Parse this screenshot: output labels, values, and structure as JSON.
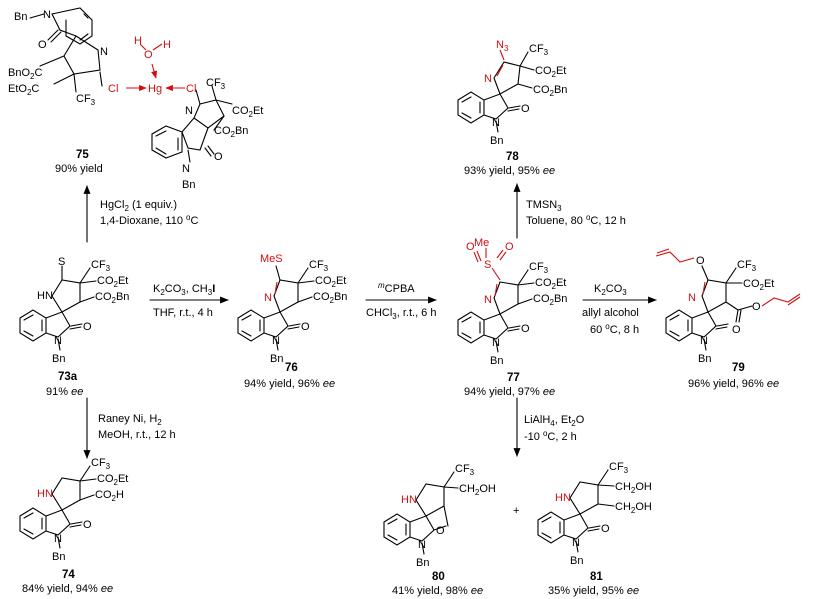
{
  "compounds": {
    "c73a": {
      "label": "73a",
      "yield": "91% ",
      "ee": "ee"
    },
    "c74": {
      "label": "74",
      "yield": "84% yield, 94% ",
      "ee": "ee"
    },
    "c75": {
      "label": "75",
      "yield": "90% yield"
    },
    "c76": {
      "label": "76",
      "yield": "94% yield, 96% ",
      "ee": "ee"
    },
    "c77": {
      "label": "77",
      "yield": "94% yield, 97% ",
      "ee": "ee"
    },
    "c78": {
      "label": "78",
      "yield": "93% yield, 95% ",
      "ee": "ee"
    },
    "c79": {
      "label": "79",
      "yield": "96% yield, 96% ",
      "ee": "ee"
    },
    "c80": {
      "label": "80",
      "yield": "41% yield, 98% ",
      "ee": "ee"
    },
    "c81": {
      "label": "81",
      "yield": "35% yield, 95% ",
      "ee": "ee"
    }
  },
  "conditions": {
    "to75": [
      "HgCl",
      "2",
      " (1 equiv.)",
      "1,4-Dioxane, 110 ",
      "o",
      "C"
    ],
    "to74": [
      "Raney Ni, H",
      "2",
      "MeOH, r.t., 12 h"
    ],
    "to76": [
      "K",
      "2",
      "CO",
      "3",
      ", CH",
      "3",
      "I",
      "THF, r.t., 4 h"
    ],
    "to77": [
      "m",
      "CPBA",
      "CHCl",
      "3",
      ", r.t., 6 h"
    ],
    "to78": [
      "TMSN",
      "3",
      "Toluene, 80 ",
      "o",
      "C, 12 h"
    ],
    "to79": [
      "K",
      "2",
      "CO",
      "3",
      "allyl alcohol",
      "60 ",
      "o",
      "C, 8 h"
    ],
    "to8081": [
      "LiAlH",
      "4",
      ", Et",
      "2",
      "O",
      "-10 ",
      "o",
      "C, 2 h"
    ]
  },
  "atoms": {
    "bn": "Bn",
    "n": "N",
    "hn": "HN",
    "o": "O",
    "s": "S",
    "h": "H",
    "cf3": "CF",
    "co2et": "CO",
    "co2bn": "CO",
    "co2h": "CO",
    "sub2": "2",
    "sub3": "3",
    "et": "Et",
    "bnx": "Bn",
    "h_": "H",
    "mes": "MeS",
    "me": "Me",
    "n3": "N",
    "cl": "Cl",
    "hg": "Hg",
    "ch2oh": "CH",
    "ohx": "OH",
    "plus": "+",
    "bnO2C": "BnO",
    "etO2C": "EtO",
    "c": "C",
    "so": "S"
  }
}
